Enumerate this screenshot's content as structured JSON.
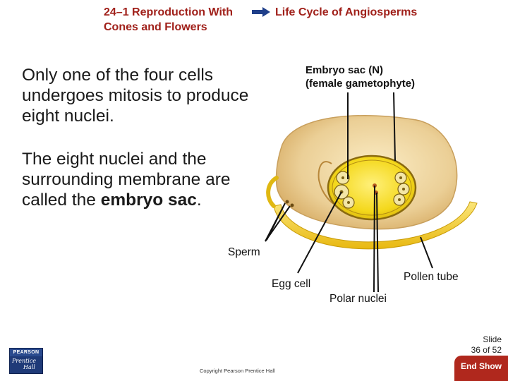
{
  "header": {
    "section": "24–1 Reproduction With Cones and Flowers",
    "chapter": "Life Cycle of Angiosperms"
  },
  "body": {
    "paragraph1": "Only one of the four cells undergoes mitosis to produce eight nuclei.",
    "paragraph2_prefix": "The eight nuclei and the surrounding membrane are called the ",
    "paragraph2_bold": "embryo sac",
    "paragraph2_suffix": "."
  },
  "figure": {
    "labels": {
      "embryo_sac_line1": "Embryo sac (N)",
      "embryo_sac_line2": "(female gametophyte)",
      "sperm": "Sperm",
      "egg_cell": "Egg cell",
      "pollen_tube": "Pollen tube",
      "polar_nuclei": "Polar nuclei"
    },
    "colors": {
      "ovule_outer": "#e8c98f",
      "embryo_sac": "#f2d21a",
      "pollen_tube": "#f3d024"
    }
  },
  "footer": {
    "slide_label": "Slide",
    "slide_number": "36 of 52",
    "copyright": "Copyright Pearson Prentice Hall",
    "logo_top": "PEARSON",
    "logo_line1": "Prentice",
    "logo_line2": "Hall",
    "end_show": "End Show"
  }
}
